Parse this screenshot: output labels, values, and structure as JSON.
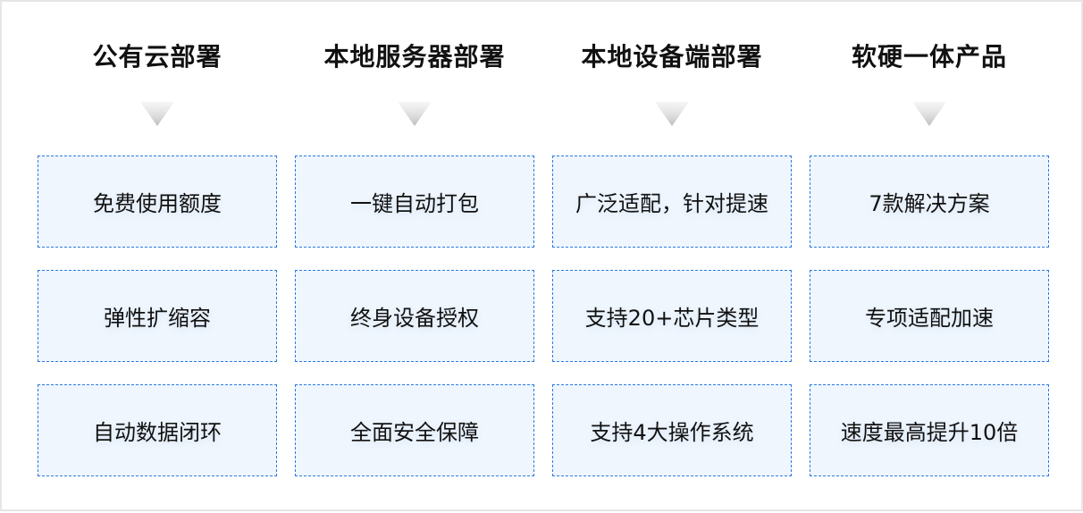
{
  "colors": {
    "border_dash": "#2a7ae2",
    "box_fill": "#eff6fe",
    "text": "#111111",
    "frame_border": "#e6e6e6"
  },
  "columns": [
    {
      "title": "公有云部署",
      "arrow_icon": "down-triangle",
      "items": [
        "免费使用额度",
        "弹性扩缩容",
        "自动数据闭环"
      ]
    },
    {
      "title": "本地服务器部署",
      "arrow_icon": "down-triangle",
      "items": [
        "一键自动打包",
        "终身设备授权",
        "全面安全保障"
      ]
    },
    {
      "title": "本地设备端部署",
      "arrow_icon": "down-triangle",
      "items": [
        "广泛适配，针对提速",
        "支持20+芯片类型",
        "支持4大操作系统"
      ]
    },
    {
      "title": "软硬一体产品",
      "arrow_icon": "down-triangle",
      "items": [
        "7款解决方案",
        "专项适配加速",
        "速度最高提升10倍"
      ]
    }
  ]
}
